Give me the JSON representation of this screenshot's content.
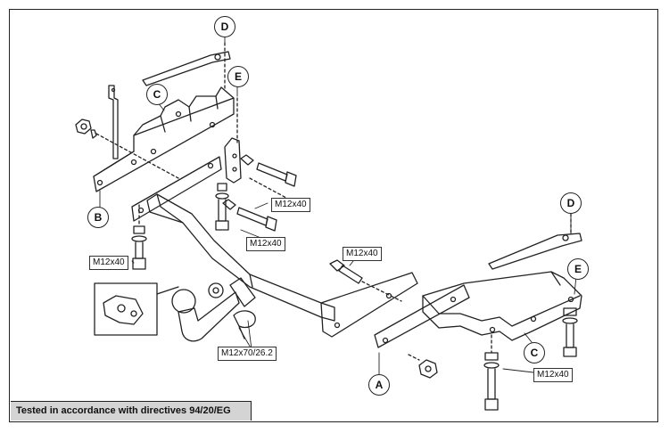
{
  "callouts": {
    "a": "A",
    "b": "B",
    "c_top": "C",
    "c_right": "C",
    "d_top": "D",
    "d_right": "D",
    "e_top": "E",
    "e_right": "E"
  },
  "bolt_labels": {
    "m12x40_upper": "M12x40",
    "m12x40_middle": "M12x40",
    "m12x40_left": "M12x40",
    "m12x40_center": "M12x40",
    "m12x40_right": "M12x40",
    "m12x70": "M12x70/26.2"
  },
  "footer": {
    "text": "Tested in accordance with directives 94/20/EG"
  }
}
